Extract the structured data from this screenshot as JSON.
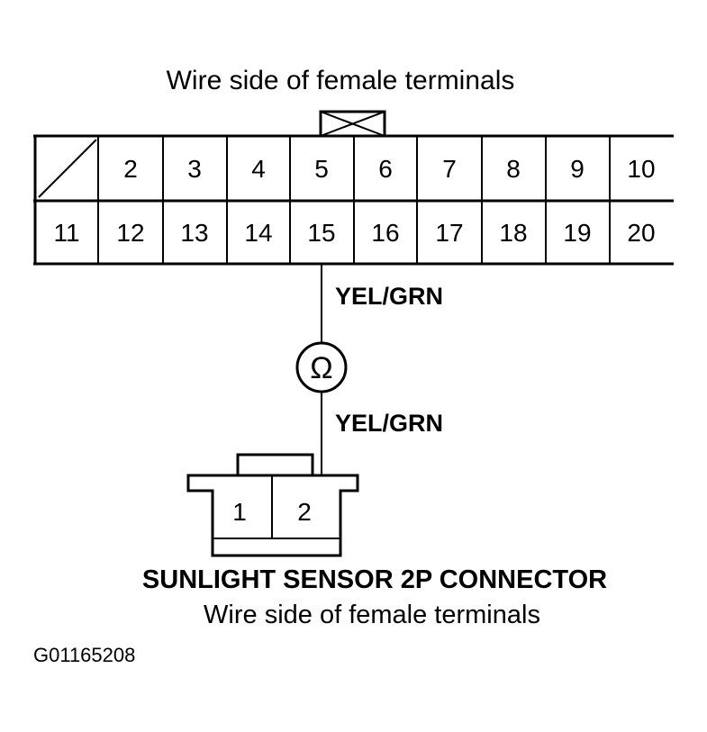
{
  "main_connector": {
    "caption": "Wire side of female terminals",
    "row1": [
      "",
      "2",
      "3",
      "4",
      "5",
      "6",
      "7",
      "8",
      "9",
      "10"
    ],
    "row2": [
      "11",
      "12",
      "13",
      "14",
      "15",
      "16",
      "17",
      "18",
      "19",
      "20"
    ]
  },
  "wire": {
    "upper_label": "YEL/GRN",
    "lower_label": "YEL/GRN"
  },
  "meter": {
    "symbol": "Ω",
    "icon": "ohmmeter-icon"
  },
  "sensor_connector": {
    "pins": [
      "1",
      "2"
    ],
    "title": "SUNLIGHT SENSOR 2P CONNECTOR",
    "subtitle": "Wire side of female terminals"
  },
  "figure_id": "G01165208"
}
